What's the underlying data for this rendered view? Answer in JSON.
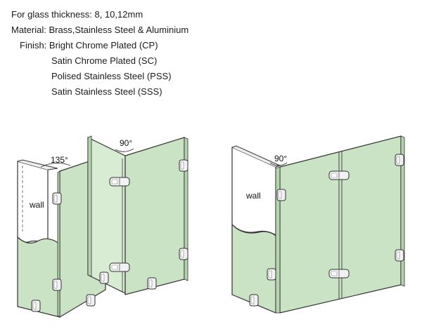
{
  "specs": {
    "thickness_label": "For glass thickness:",
    "thickness_value": "8, 10,12mm",
    "material_label": "Material:",
    "material_value": "Brass,Stainless Steel & Aluminium",
    "finish_label": "Finish:",
    "finishes": [
      "Bright Chrome Plated (CP)",
      "Satin Chrome Plated  (SC)",
      "Polised Stainless Steel (PSS)",
      "Satin Stainless Steel (SSS)"
    ]
  },
  "left_diagram": {
    "wall_label": "wall",
    "angle_a": "135°",
    "angle_b": "90°"
  },
  "right_diagram": {
    "wall_label": "wall",
    "angle": "90°"
  },
  "colors": {
    "glass": "#c9e3c4",
    "glass_edge": "#b4d4ae",
    "outline": "#3a3a3a",
    "hinge": "#f2f2f2"
  }
}
